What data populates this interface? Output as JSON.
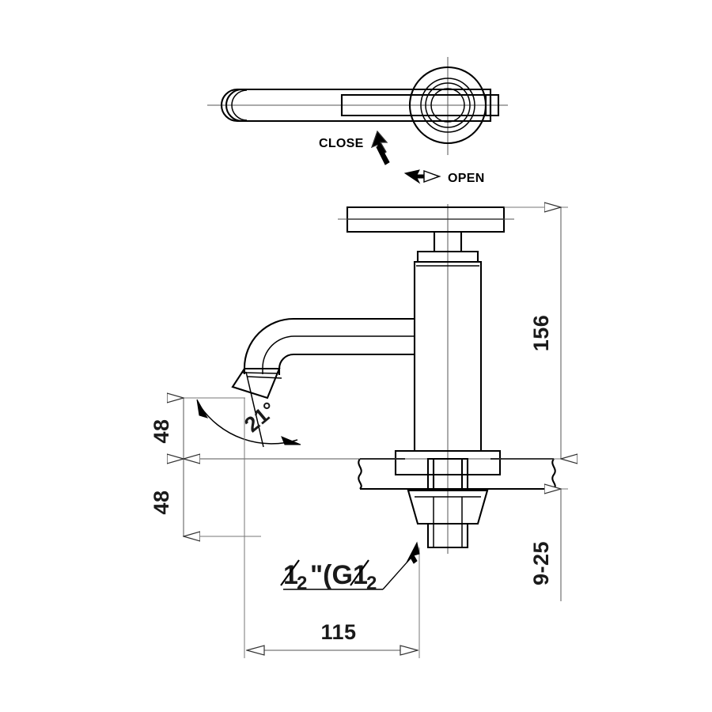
{
  "drawing": {
    "title": "Basin faucet / tap dimensional drawing",
    "line_color": "#000000",
    "dim_color": "#555555",
    "background": "#ffffff"
  },
  "top_view": {
    "name": "handle-top-view",
    "close_label": "CLOSE",
    "open_label": "OPEN",
    "close_arrow_icon": "arrow-up-left-icon",
    "open_arrow_icon": "arrow-right-icon"
  },
  "front_view": {
    "name": "faucet-front-elevation"
  },
  "dimensions": {
    "height_overall": "156",
    "deck_thickness": "9-25",
    "spout_upper": "48",
    "spout_lower": "48",
    "spout_angle": "21°",
    "reach": "115"
  },
  "annotations": {
    "thread_whole": "½\"(G½",
    "thread_num1": "1",
    "thread_den1": "2",
    "thread_mid": "\"(G",
    "thread_num2": "1",
    "thread_den2": "2",
    "thread_symbol": "G"
  }
}
